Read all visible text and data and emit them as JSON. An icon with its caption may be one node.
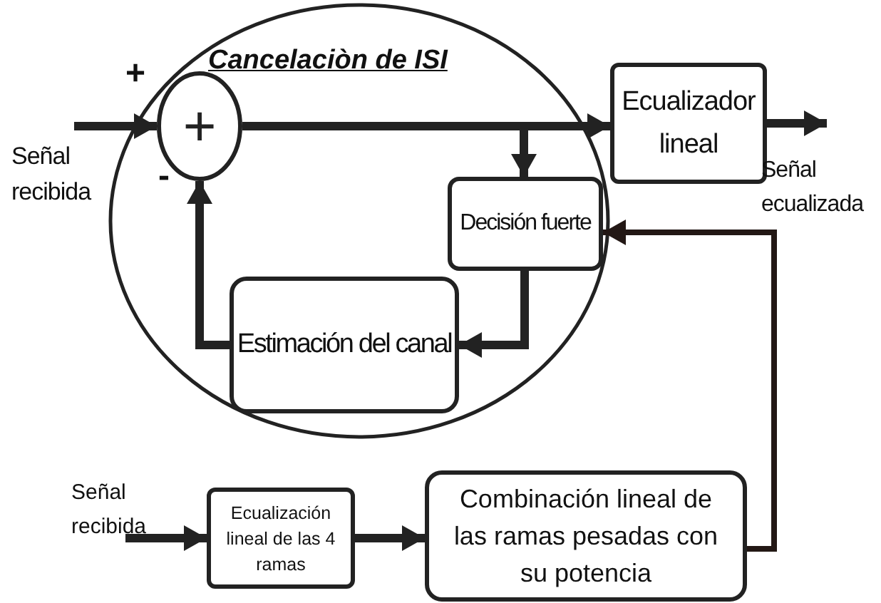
{
  "diagram": {
    "nodes": [
      {
        "text": [
          "Cancelaciòn de ISI"
        ]
      },
      {
        "text": [
          "+"
        ],
        "in": 0
      },
      {
        "text": [
          "Decisión fuerte"
        ],
        "in": 0
      },
      {
        "text": [
          "Estimación del canal"
        ],
        "in": 0
      },
      {
        "text": [
          "Ecualizador lineal"
        ]
      },
      {
        "text": [
          "Ecualización lineal de las 4 ramas"
        ]
      },
      {
        "text": [
          "Combinación lineal de las ramas pesadas con su potencia"
        ]
      },
      {
        "text": [
          "Señal recibida"
        ]
      },
      {
        "text": [
          "Señal ecualizada"
        ]
      },
      {
        "text": [
          "Señal recibida"
        ]
      }
    ],
    "edges": [
      {
        "from": 7,
        "to": 1,
        "arrow": "to"
      },
      {
        "from": 1,
        "to": 4,
        "arrow": "to"
      },
      {
        "from": 1,
        "to": 2,
        "arrow": "to"
      },
      {
        "from": 2,
        "to": 3,
        "arrow": "to"
      },
      {
        "from": 3,
        "to": 1,
        "arrow": "to"
      },
      {
        "from": 4,
        "to": 8,
        "arrow": "to"
      },
      {
        "from": 9,
        "to": 5,
        "arrow": "to"
      },
      {
        "from": 5,
        "to": 6,
        "arrow": "to"
      },
      {
        "from": 6,
        "to": 2,
        "arrow": "to",
        "color": "#231815"
      }
    ],
    "labels": [
      "+",
      "-"
    ]
  }
}
